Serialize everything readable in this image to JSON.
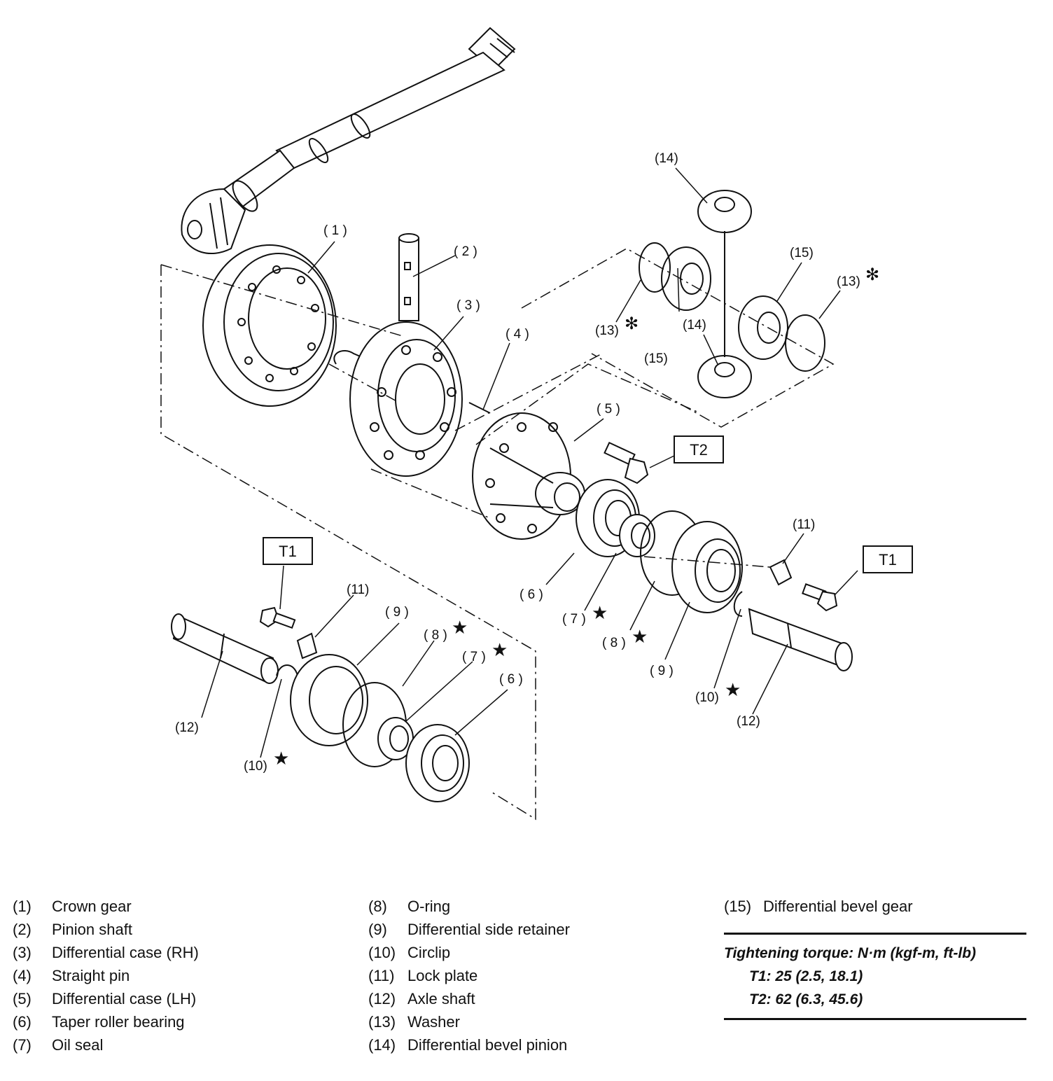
{
  "callouts": {
    "c1": "( 1 )",
    "c2": "( 2 )",
    "c3": "( 3 )",
    "c4": "( 4 )",
    "c5": "( 5 )",
    "c6a": "( 6 )",
    "c6b": "( 6 )",
    "c7a": "( 7 )",
    "c7b": "( 7 )",
    "c8a": "( 8 )",
    "c8b": "( 8 )",
    "c9a": "( 9 )",
    "c9b": "( 9 )",
    "c10a": "(10)",
    "c10b": "(10)",
    "c11a": "(11)",
    "c11b": "(11)",
    "c12a": "(12)",
    "c12b": "(12)",
    "c13a": "(13)",
    "c13b": "(13)",
    "c14a": "(14)",
    "c14b": "(14)",
    "c15a": "(15)",
    "c15b": "(15)",
    "star": "★",
    "asterisk": "✻"
  },
  "torque_boxes": {
    "t1_left": "T1",
    "t1_right": "T1",
    "t2": "T2"
  },
  "legend": {
    "col1": [
      {
        "num": "(1)",
        "name": "Crown gear"
      },
      {
        "num": "(2)",
        "name": "Pinion shaft"
      },
      {
        "num": "(3)",
        "name": "Differential case (RH)"
      },
      {
        "num": "(4)",
        "name": "Straight pin"
      },
      {
        "num": "(5)",
        "name": "Differential case (LH)"
      },
      {
        "num": "(6)",
        "name": "Taper roller bearing"
      },
      {
        "num": "(7)",
        "name": "Oil seal"
      }
    ],
    "col2": [
      {
        "num": "(8)",
        "name": "O-ring"
      },
      {
        "num": "(9)",
        "name": "Differential side retainer"
      },
      {
        "num": "(10)",
        "name": "Circlip"
      },
      {
        "num": "(11)",
        "name": "Lock plate"
      },
      {
        "num": "(12)",
        "name": "Axle shaft"
      },
      {
        "num": "(13)",
        "name": "Washer"
      },
      {
        "num": "(14)",
        "name": "Differential bevel pinion"
      }
    ],
    "col3": [
      {
        "num": "(15)",
        "name": "Differential bevel gear"
      }
    ]
  },
  "torque": {
    "title": "Tightening torque: N·m (kgf-m, ft-lb)",
    "t1": "T1: 25 (2.5, 18.1)",
    "t2": "T2: 62 (6.3, 45.6)"
  }
}
